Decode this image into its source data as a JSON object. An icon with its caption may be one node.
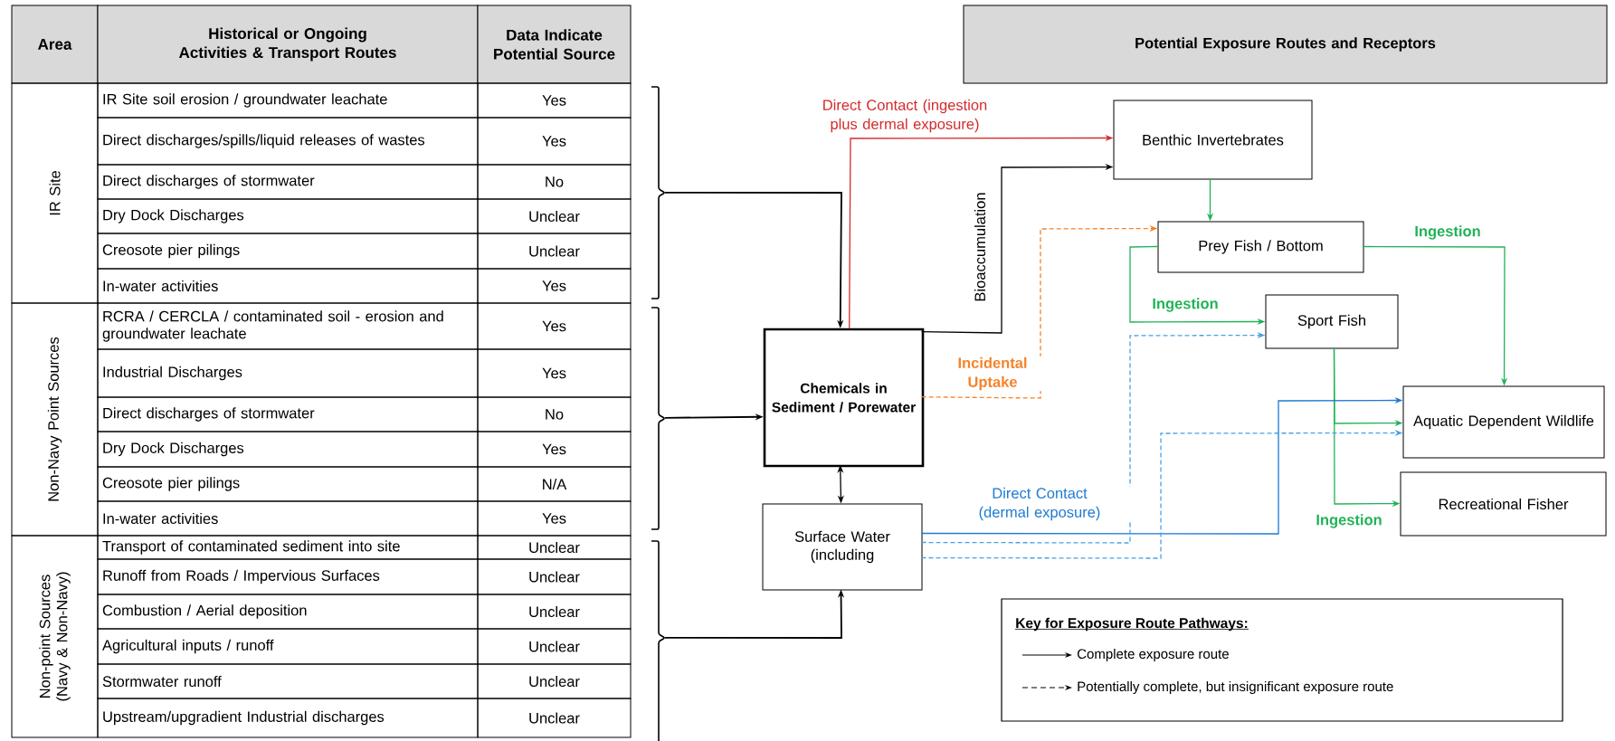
{
  "diagram": {
    "nodes": [
      {
        "text": [
          "Potential Exposure Routes and Receptors"
        ]
      },
      {
        "text": [],
        "shape": "bracket"
      },
      {
        "text": [],
        "shape": "bracket"
      },
      {
        "text": [],
        "shape": "bracket"
      },
      {
        "text": [
          "Benthic Invertebrates"
        ]
      },
      {
        "text": [
          "Prey Fish / Bottom"
        ]
      },
      {
        "text": [
          "Sport Fish"
        ]
      },
      {
        "text": [
          "Chemicals in Sediment / Porewater"
        ]
      },
      {
        "text": [
          "Aquatic Dependent Wildlife"
        ]
      },
      {
        "text": [
          "Surface Water (including"
        ]
      },
      {
        "text": [
          "Recreational Fisher"
        ]
      }
    ],
    "edges": [
      {
        "from": 1,
        "to": 7,
        "arrow": "to"
      },
      {
        "from": 2,
        "to": 7,
        "arrow": "to"
      },
      {
        "from": 3,
        "to": 9,
        "arrow": "to"
      },
      {
        "from": 7,
        "to": 4,
        "arrow": "to",
        "label": "Direct Contact (ingestion plus dermal exposure)",
        "color": "#d42a2a"
      },
      {
        "from": 7,
        "to": 4,
        "arrow": "to",
        "label": "Bioaccumulation"
      },
      {
        "from": 7,
        "to": 5,
        "arrow": "to",
        "label": "Incidental Uptake",
        "style": "dashed",
        "color": "#f5822a"
      },
      {
        "from": 4,
        "to": 5,
        "arrow": "to",
        "color": "#1fb356"
      },
      {
        "from": 5,
        "to": 6,
        "arrow": "to",
        "label": "Ingestion",
        "color": "#1fb356"
      },
      {
        "from": 5,
        "to": 8,
        "arrow": "to",
        "label": "Ingestion",
        "color": "#1fb356"
      },
      {
        "from": 6,
        "to": 8,
        "arrow": "to",
        "color": "#1fb356"
      },
      {
        "from": 6,
        "to": 10,
        "arrow": "to",
        "label": "Ingestion",
        "color": "#1fb356"
      },
      {
        "from": 7,
        "to": 9,
        "arrow": "both"
      },
      {
        "from": 9,
        "to": 8,
        "arrow": "to",
        "label": "Direct Contact (dermal exposure)",
        "color": "#1c7ad2"
      },
      {
        "from": 9,
        "to": 6,
        "arrow": "to",
        "style": "dashed",
        "color": "#4aa0e4"
      },
      {
        "from": 9,
        "to": 8,
        "arrow": "to",
        "style": "dashed",
        "color": "#4aa0e4"
      }
    ],
    "labels": [
      "Area",
      "Historical or Ongoing Activities & Transport Routes",
      "Data Indicate Potential Source",
      "IR Site",
      "IR Site soil erosion / groundwater leachate",
      "Yes",
      "Direct discharges/spills/liquid releases of wastes",
      "Yes",
      "Direct discharges of stormwater",
      "No",
      "Dry Dock Discharges",
      "Unclear",
      "Creosote pier pilings",
      "Unclear",
      "In-water activities",
      "Yes",
      "Non-Navy Point Sources",
      "RCRA / CERCLA / contaminated soil - erosion and groundwater leachate",
      "Yes",
      "Industrial Discharges",
      "Yes",
      "Direct discharges of stormwater",
      "No",
      "Dry Dock Discharges",
      "Yes",
      "Creosote pier pilings",
      "N/A",
      "In-water activities",
      "Yes",
      "Non-point Sources (Navy & Non-Navy)",
      "Transport of contaminated sediment into site",
      "Unclear",
      "Runoff from Roads / Impervious Surfaces",
      "Unclear",
      "Combustion / Aerial deposition",
      "Unclear",
      "Agricultural inputs / runoff",
      "Unclear",
      "Stormwater runoff",
      "Unclear",
      "Upstream/upgradient Industrial discharges",
      "Unclear",
      "Key for Exposure Route Pathways:"
    ],
    "legend": [
      {
        "text": "Complete exposure route"
      },
      {
        "text": "Potentially complete, but insignificant exposure route"
      }
    ]
  }
}
